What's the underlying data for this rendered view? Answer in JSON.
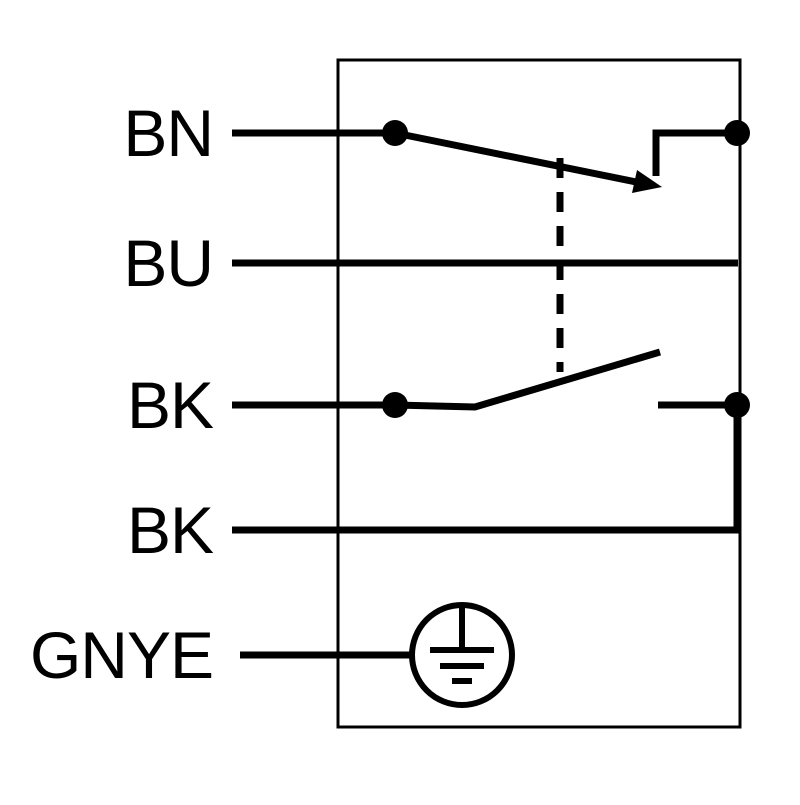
{
  "diagram": {
    "colors": {
      "line": "#000000",
      "background": "#ffffff"
    },
    "wire_labels": [
      {
        "id": "bn",
        "label": "BN"
      },
      {
        "id": "bu",
        "label": "BU"
      },
      {
        "id": "bk1",
        "label": "BK"
      },
      {
        "id": "bk2",
        "label": "BK"
      },
      {
        "id": "gnye",
        "label": "GNYE"
      }
    ],
    "symbols": [
      {
        "name": "enclosure-box"
      },
      {
        "name": "changeover-switch-contact"
      },
      {
        "name": "normally-open-switch-contact"
      },
      {
        "name": "mechanical-link-dashed"
      },
      {
        "name": "protective-earth"
      }
    ]
  }
}
